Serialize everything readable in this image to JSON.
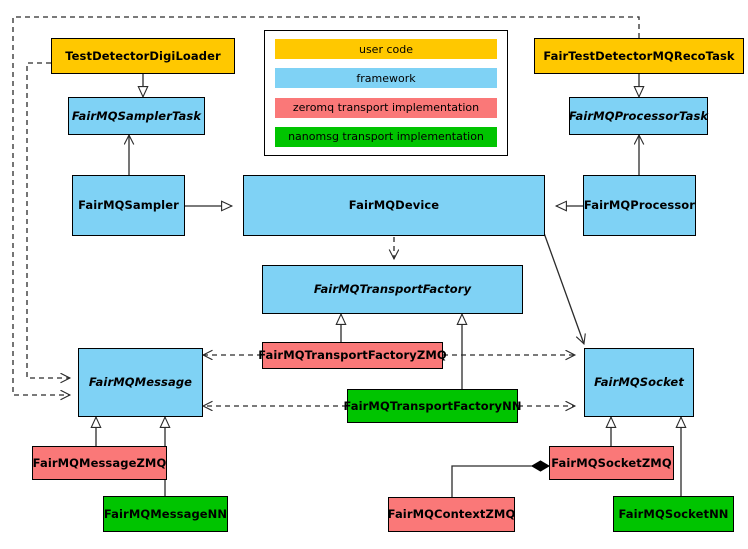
{
  "diagram": {
    "title": "FairMQ class diagram",
    "colors": {
      "user_code": "#ffc800",
      "framework": "#7fd2f5",
      "zeromq": "#fa7878",
      "nanomsg": "#00c400",
      "line": "#000000",
      "background": "#ffffff"
    }
  },
  "legend": {
    "items": [
      {
        "label": "user code",
        "color": "#ffc800",
        "key": "user_code"
      },
      {
        "label": "framework",
        "color": "#7fd2f5",
        "key": "framework"
      },
      {
        "label": "zeromq transport implementation",
        "color": "#fa7878",
        "key": "zeromq"
      },
      {
        "label": "nanomsg transport implementation",
        "color": "#00c400",
        "key": "nanomsg"
      }
    ]
  },
  "nodes": [
    {
      "id": "TestDetectorDigiLoader",
      "label": "TestDetectorDigiLoader",
      "category": "user_code",
      "abstract": false
    },
    {
      "id": "FairTestDetectorMQRecoTask",
      "label": "FairTestDetectorMQRecoTask",
      "category": "user_code",
      "abstract": false
    },
    {
      "id": "FairMQSamplerTask",
      "label": "FairMQSamplerTask",
      "category": "framework",
      "abstract": true
    },
    {
      "id": "FairMQProcessorTask",
      "label": "FairMQProcessorTask",
      "category": "framework",
      "abstract": true
    },
    {
      "id": "FairMQSampler",
      "label": "FairMQSampler",
      "category": "framework",
      "abstract": false
    },
    {
      "id": "FairMQDevice",
      "label": "FairMQDevice",
      "category": "framework",
      "abstract": false
    },
    {
      "id": "FairMQProcessor",
      "label": "FairMQProcessor",
      "category": "framework",
      "abstract": false
    },
    {
      "id": "FairMQTransportFactory",
      "label": "FairMQTransportFactory",
      "category": "framework",
      "abstract": true
    },
    {
      "id": "FairMQTransportFactoryZMQ",
      "label": "FairMQTransportFactoryZMQ",
      "category": "zeromq",
      "abstract": false
    },
    {
      "id": "FairMQTransportFactoryNN",
      "label": "FairMQTransportFactoryNN",
      "category": "nanomsg",
      "abstract": false
    },
    {
      "id": "FairMQMessage",
      "label": "FairMQMessage",
      "category": "framework",
      "abstract": true
    },
    {
      "id": "FairMQSocket",
      "label": "FairMQSocket",
      "category": "framework",
      "abstract": true
    },
    {
      "id": "FairMQMessageZMQ",
      "label": "FairMQMessageZMQ",
      "category": "zeromq",
      "abstract": false
    },
    {
      "id": "FairMQMessageNN",
      "label": "FairMQMessageNN",
      "category": "nanomsg",
      "abstract": false
    },
    {
      "id": "FairMQSocketZMQ",
      "label": "FairMQSocketZMQ",
      "category": "zeromq",
      "abstract": false
    },
    {
      "id": "FairMQSocketNN",
      "label": "FairMQSocketNN",
      "category": "nanomsg",
      "abstract": false
    },
    {
      "id": "FairMQContextZMQ",
      "label": "FairMQContextZMQ",
      "category": "zeromq",
      "abstract": false
    }
  ],
  "edges": [
    {
      "from": "TestDetectorDigiLoader",
      "to": "FairMQSamplerTask",
      "kind": "generalization"
    },
    {
      "from": "FairTestDetectorMQRecoTask",
      "to": "FairMQProcessorTask",
      "kind": "generalization"
    },
    {
      "from": "FairMQSampler",
      "to": "FairMQSamplerTask",
      "kind": "association"
    },
    {
      "from": "FairMQProcessor",
      "to": "FairMQProcessorTask",
      "kind": "association"
    },
    {
      "from": "FairMQSampler",
      "to": "FairMQDevice",
      "kind": "generalization"
    },
    {
      "from": "FairMQProcessor",
      "to": "FairMQDevice",
      "kind": "generalization"
    },
    {
      "from": "FairMQDevice",
      "to": "FairMQTransportFactory",
      "kind": "dependency"
    },
    {
      "from": "FairMQDevice",
      "to": "FairMQSocket",
      "kind": "association"
    },
    {
      "from": "FairMQTransportFactoryZMQ",
      "to": "FairMQTransportFactory",
      "kind": "generalization"
    },
    {
      "from": "FairMQTransportFactoryNN",
      "to": "FairMQTransportFactory",
      "kind": "generalization"
    },
    {
      "from": "FairMQTransportFactoryZMQ",
      "to": "FairMQMessage",
      "kind": "dependency"
    },
    {
      "from": "FairMQTransportFactoryZMQ",
      "to": "FairMQSocket",
      "kind": "dependency"
    },
    {
      "from": "FairMQTransportFactoryNN",
      "to": "FairMQMessage",
      "kind": "dependency"
    },
    {
      "from": "FairMQTransportFactoryNN",
      "to": "FairMQSocket",
      "kind": "dependency"
    },
    {
      "from": "TestDetectorDigiLoader",
      "to": "FairMQMessage",
      "kind": "dependency"
    },
    {
      "from": "FairTestDetectorMQRecoTask",
      "to": "FairMQMessage",
      "kind": "dependency"
    },
    {
      "from": "FairMQMessageZMQ",
      "to": "FairMQMessage",
      "kind": "generalization"
    },
    {
      "from": "FairMQMessageNN",
      "to": "FairMQMessage",
      "kind": "generalization"
    },
    {
      "from": "FairMQSocketZMQ",
      "to": "FairMQSocket",
      "kind": "generalization"
    },
    {
      "from": "FairMQSocketNN",
      "to": "FairMQSocket",
      "kind": "generalization"
    },
    {
      "from": "FairMQContextZMQ",
      "to": "FairMQSocketZMQ",
      "kind": "composition"
    }
  ]
}
